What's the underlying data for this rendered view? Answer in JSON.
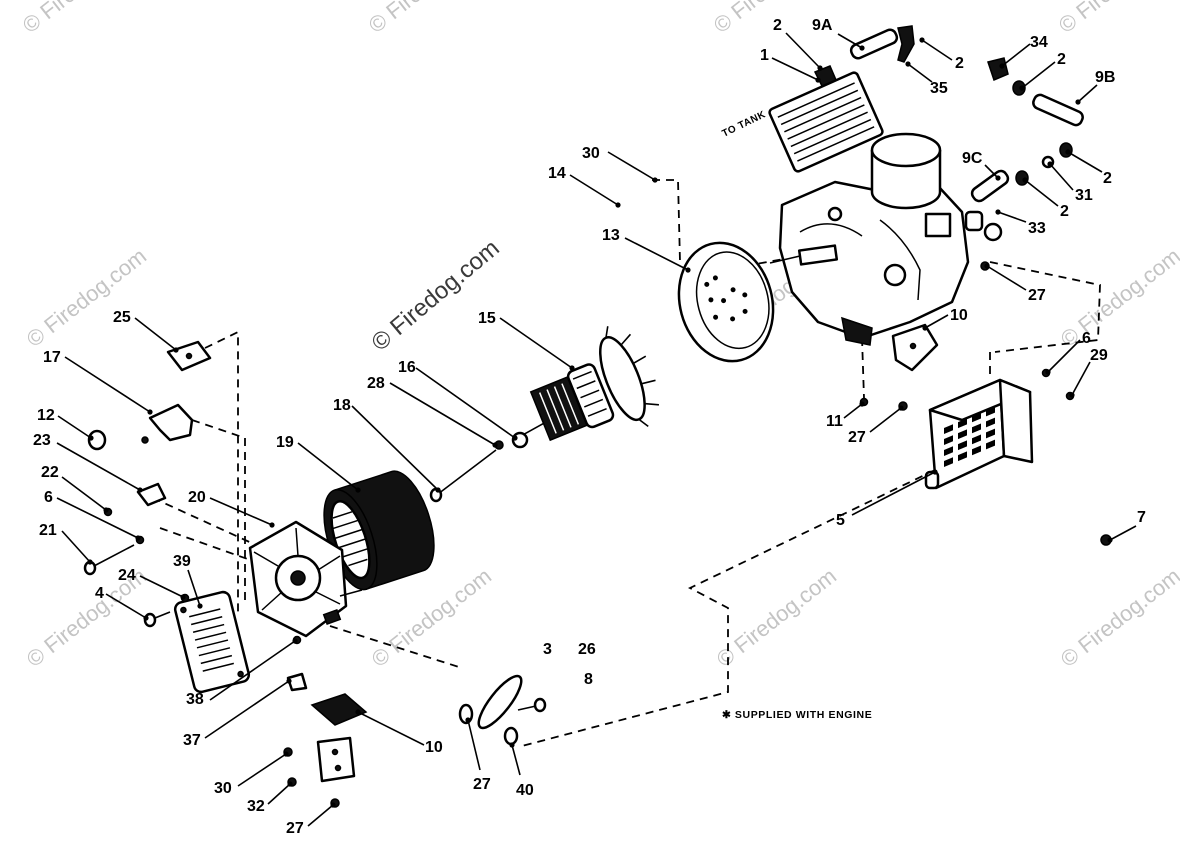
{
  "diagram": {
    "watermark": "© Firedog.com",
    "to_tank_label": "TO TANK",
    "note": "✱ SUPPLIED WITH ENGINE",
    "callouts": [
      "2",
      "9A",
      "1",
      "2",
      "35",
      "34",
      "2",
      "9B",
      "9C",
      "2",
      "31",
      "2",
      "33",
      "27",
      "10",
      "6",
      "29",
      "11",
      "27",
      "5",
      "7",
      "30",
      "14",
      "13",
      "15",
      "16",
      "28",
      "18",
      "19",
      "25",
      "17",
      "12",
      "23",
      "22",
      "6",
      "20",
      "21",
      "24",
      "39",
      "4",
      "38",
      "37",
      "10",
      "30",
      "32",
      "27",
      "3",
      "26",
      "8",
      "27",
      "40"
    ]
  },
  "colors": {
    "line": "#000000",
    "watermark": "#c4c4c4",
    "background": "#ffffff"
  }
}
